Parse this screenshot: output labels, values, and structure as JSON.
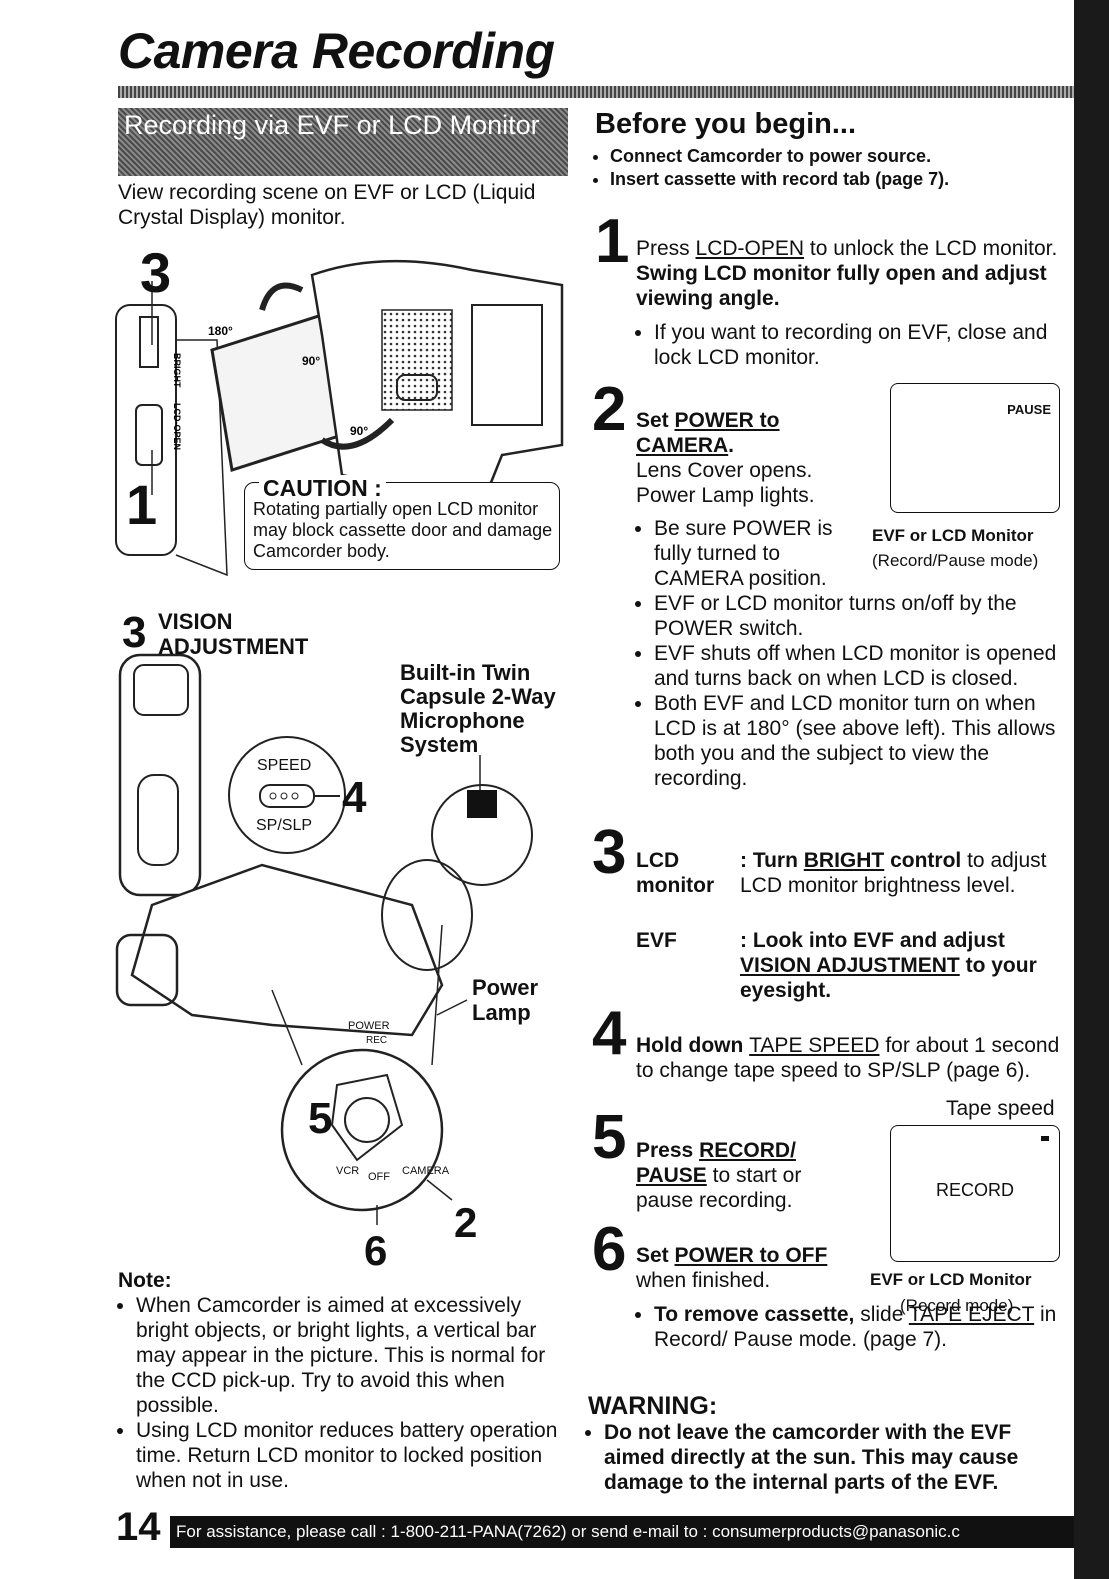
{
  "page": {
    "title": "Camera Recording",
    "number": "14",
    "footer": "For assistance, please call : 1-800-211-PANA(7262) or send e-mail to : consumerproducts@panasonic.c"
  },
  "left": {
    "section_title": "Recording via EVF or LCD Monitor",
    "intro": "View recording scene on EVF or LCD (Liquid Crystal Display) monitor.",
    "fig1": {
      "callout_top": "3",
      "callout_bottom": "1",
      "angle_180": "180°",
      "angle_90a": "90°",
      "angle_90b": "90°",
      "bright_label": "BRIGHT",
      "lcd_open_label": "LCD-OPEN"
    },
    "caution": {
      "title": "CAUTION :",
      "text": "Rotating partially open LCD monitor may block cassette door and damage Camcorder body."
    },
    "fig2": {
      "vision_num": "3",
      "vision_label": "VISION ADJUSTMENT",
      "mic_label": "Built-in Twin Capsule 2-Way Microphone System",
      "speed_label": "SPEED",
      "spslp_label": "SP/SLP",
      "callout_4": "4",
      "power_lamp_label": "Power Lamp",
      "power_label": "POWER",
      "rec_label": "REC",
      "callout_5": "5",
      "vcr_label": "VCR",
      "off_label": "OFF",
      "camera_label": "CAMERA",
      "callout_6": "6",
      "callout_2": "2"
    },
    "note": {
      "title": "Note:",
      "items": [
        "When Camcorder is aimed at excessively bright objects, or bright lights, a vertical bar may appear in the picture. This is normal for the CCD pick-up. Try to avoid this when possible.",
        "Using LCD monitor reduces battery operation time. Return LCD monitor to locked position when not in use."
      ]
    }
  },
  "right": {
    "before_title": "Before you begin...",
    "before_items": [
      "Connect Camcorder to power source.",
      "Insert cassette with record tab (page 7)."
    ],
    "step1": {
      "num": "1",
      "p1": "Press ",
      "u1": "LCD-OPEN",
      "p2": " to unlock the LCD monitor. ",
      "b1": "Swing LCD monitor fully open and adjust viewing angle.",
      "bullet": "If you want to recording on EVF, close and lock LCD monitor."
    },
    "step2": {
      "num": "2",
      "pre": "Set ",
      "u1": "POWER to CAMERA",
      "post": ".",
      "l1": "Lens Cover opens.",
      "l2": "Power Lamp lights.",
      "bullets": [
        "Be sure POWER is fully turned to CAMERA position.",
        "EVF or LCD monitor turns on/off by the POWER switch.",
        "EVF shuts off when LCD monitor is opened and turns back on when LCD is closed.",
        "Both EVF and LCD monitor turn on when LCD is at 180° (see above left). This allows both you and the subject to view the recording."
      ]
    },
    "screen1": {
      "label": "PAUSE",
      "caption": "EVF or LCD Monitor",
      "mode": "(Record/Pause mode)"
    },
    "step3": {
      "num": "3",
      "lcd_label": "LCD monitor",
      "lcd_b": ": Turn ",
      "lcd_u": "BRIGHT",
      "lcd_b2": " control",
      "lcd_rest": " to adjust LCD monitor brightness level.",
      "evf_label": "EVF",
      "evf_b": ": Look into EVF and adjust ",
      "evf_u": "VISION ADJUSTMENT",
      "evf_b2": " to your eyesight."
    },
    "step4": {
      "num": "4",
      "pre": "Hold down ",
      "u1": "TAPE SPEED",
      "post": " for about 1 second to change tape speed to SP/SLP (page 6)."
    },
    "tape_speed_label": "Tape speed",
    "step5": {
      "num": "5",
      "pre": "Press ",
      "u1": "RECORD/ PAUSE",
      "post": " to start or pause recording."
    },
    "screen2": {
      "label": "RECORD",
      "caption": "EVF or LCD Monitor",
      "mode": "(Record mode)"
    },
    "step6": {
      "num": "6",
      "pre": "Set ",
      "u1": "POWER to OFF",
      "post": " when finished.",
      "bullet_b": "To remove cassette,",
      "bullet_pre": " slide ",
      "bullet_u": "TAPE EJECT",
      "bullet_post": " in Record/ Pause mode. (page 7)."
    },
    "warning": {
      "title": "WARNING:",
      "text": "Do not leave the camcorder with the EVF aimed directly at the sun. This may cause damage to the internal parts of the EVF."
    }
  }
}
